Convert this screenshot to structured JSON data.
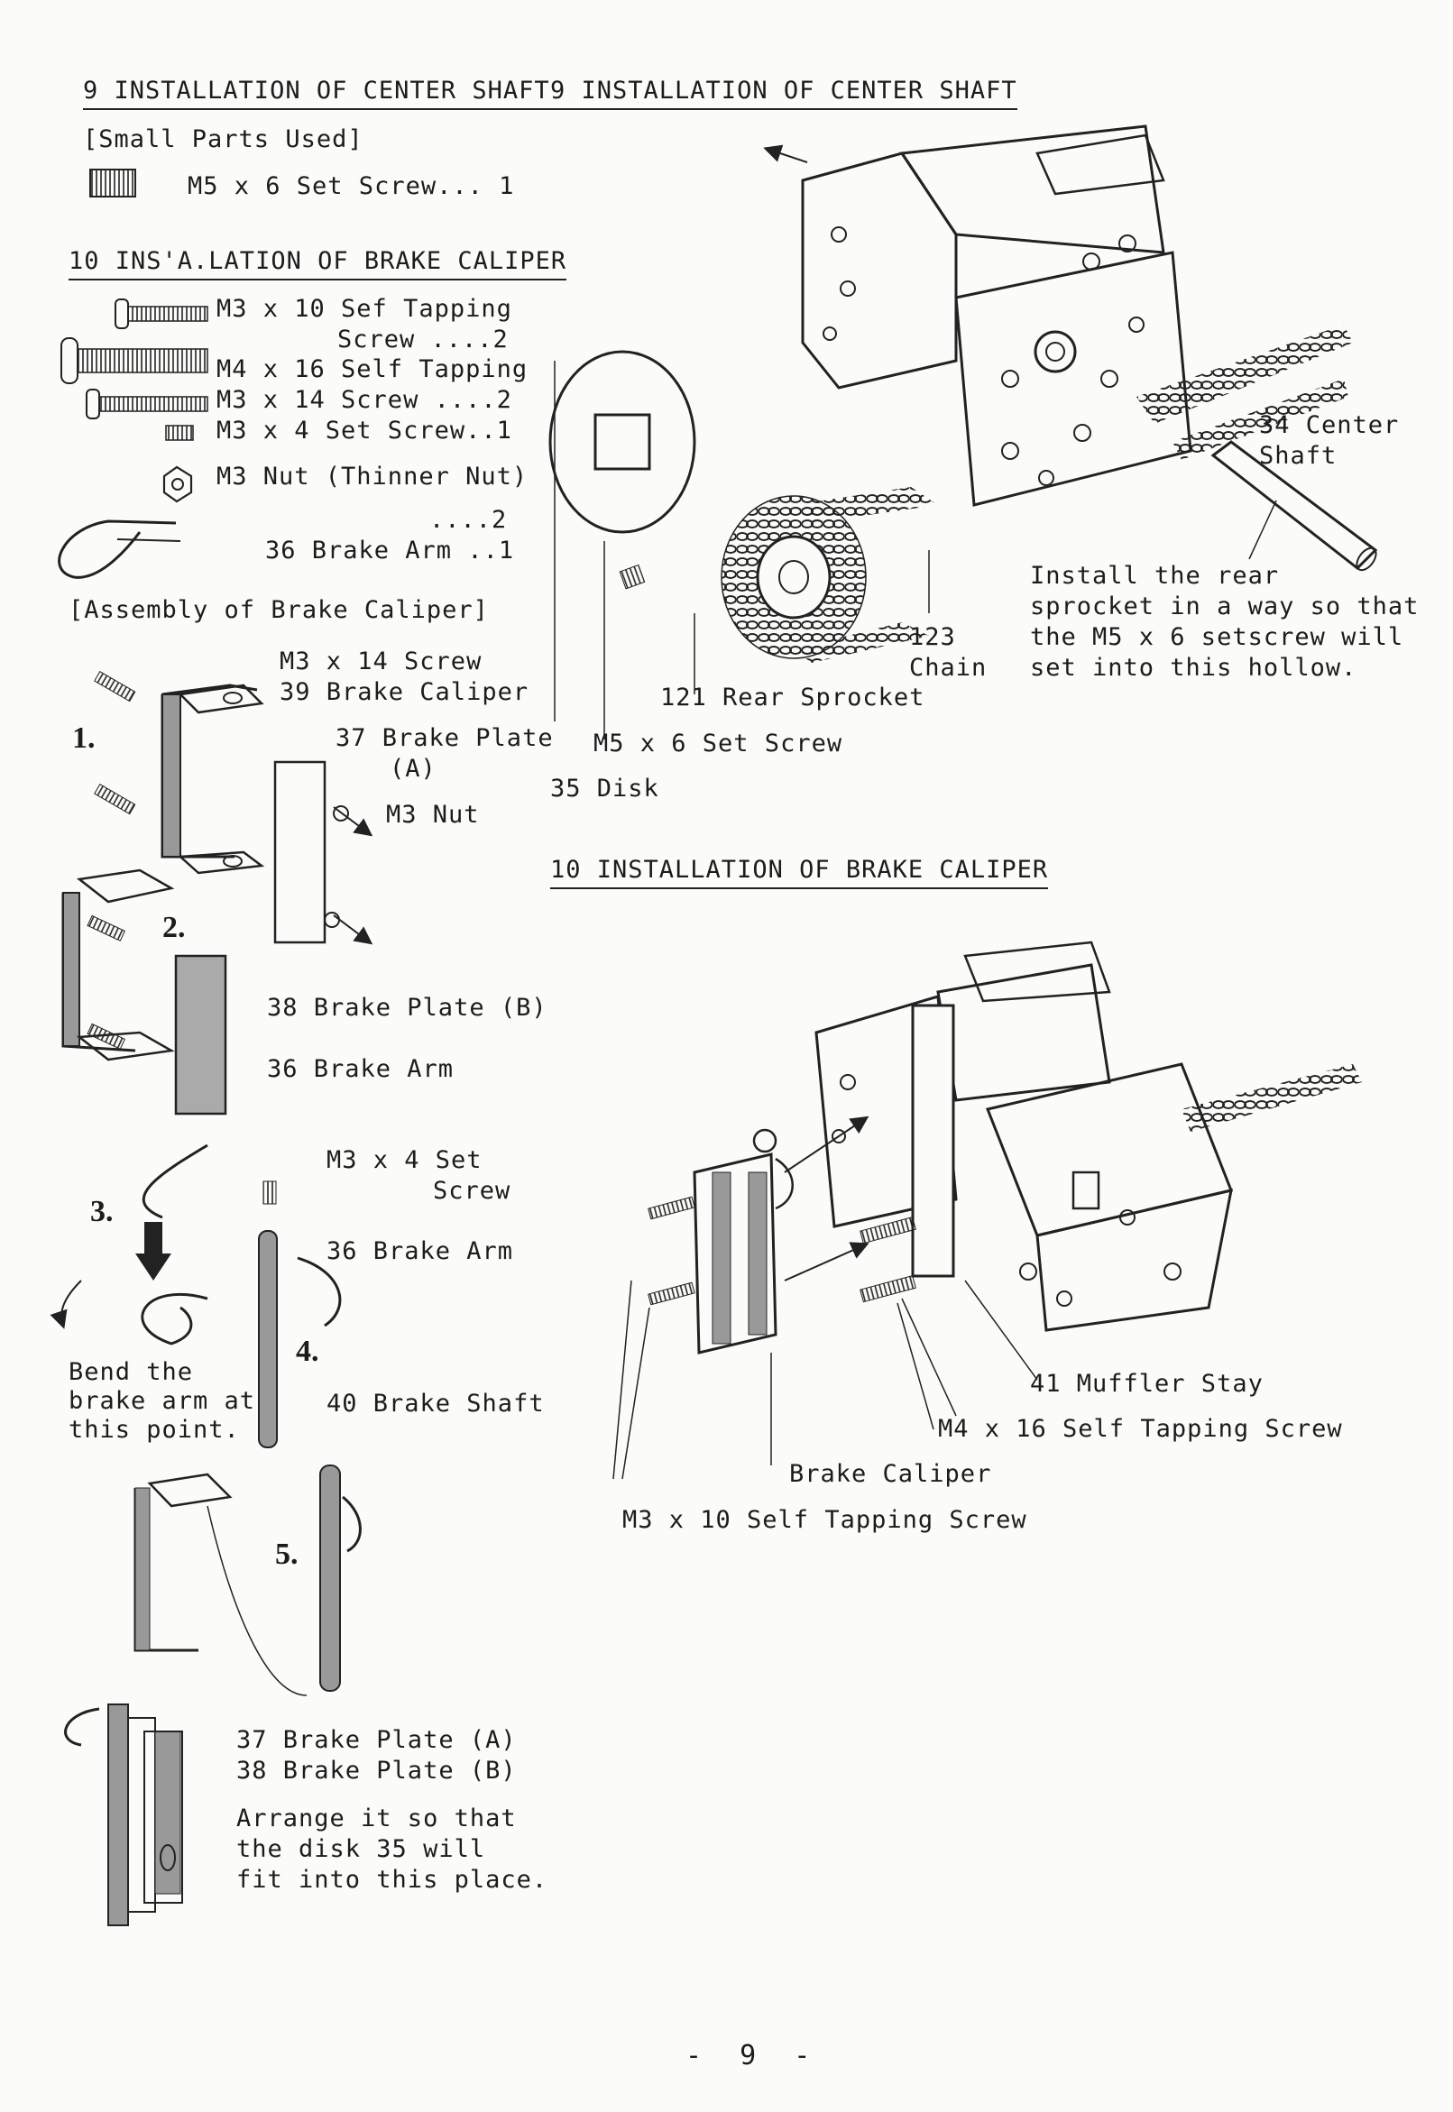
{
  "left": {
    "section9_title": "9 INSTALLATION OF CENTER SHAFT",
    "small_parts_label": "[Small Parts Used]",
    "part_set_screw": "M5 x 6 Set Screw... 1",
    "section10_title": "10 INS'A.LATION OF BRAKE CALIPER",
    "parts": [
      "M3 x 10 Sef Tapping",
      "Screw ....2",
      "M4 x 16 Self Tapping",
      "M3 x 14 Screw ....2",
      "M3 x 4 Set Screw..1",
      "M3 Nut (Thinner Nut)",
      "....2",
      "36 Brake Arm ..1"
    ],
    "assembly_label": "[Assembly of Brake Caliper]",
    "step_labels": [
      "1.",
      "2.",
      "3.",
      "4.",
      "5."
    ],
    "callouts": {
      "m3x14": "M3 x 14 Screw",
      "caliper39": "39 Brake Caliper",
      "plate37": "37 Brake Plate",
      "plate37b": "(A)",
      "m3nut": "M3 Nut",
      "plate38": "38 Brake Plate (B)",
      "arm36a": "36 Brake Arm",
      "m3x4": "M3 x 4 Set",
      "m3x4b": "Screw",
      "arm36b": "36 Brake Arm",
      "bend": "Bend the\nbrake arm at\nthis point.",
      "shaft40": "40 Brake Shaft",
      "plate37c": "37 Brake Plate (A)",
      "plate38c": "38 Brake Plate (B)",
      "arrange": "Arrange it so that\nthe disk 35 will\nfit into this place."
    }
  },
  "right": {
    "section9_title": "9 INSTALLATION OF CENTER SHAFT",
    "center_shaft": "34 Center\nShaft",
    "install_note": "Install the rear\nsprocket in a way so that\nthe M5 x 6 setscrew will\nset into this hollow.",
    "chain": "123\nChain",
    "rear_sprocket": "121 Rear Sprocket",
    "set_screw": "M5 x 6 Set Screw",
    "disk": "35 Disk",
    "section10_title": "10 INSTALLATION OF BRAKE CALIPER",
    "muffler": "41 Muffler Stay",
    "m4x16": "M4 x 16 Self Tapping Screw",
    "caliper": "Brake Caliper",
    "m3x10": "M3 x 10 Self Tapping Screw"
  },
  "page_number": "- 9 -"
}
